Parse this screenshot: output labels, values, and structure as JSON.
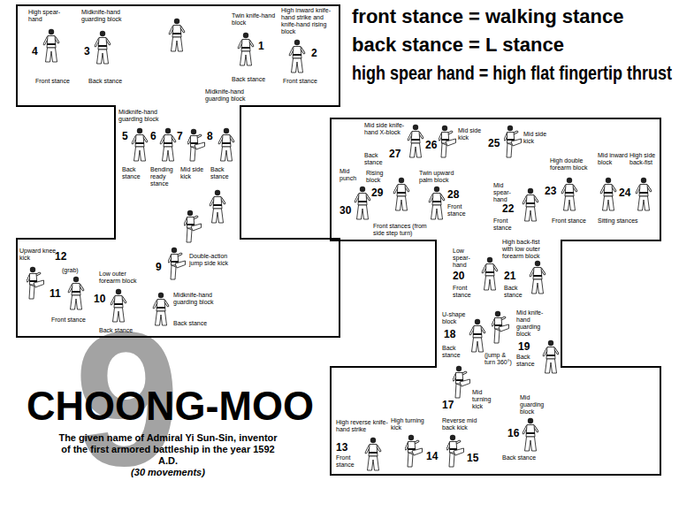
{
  "diagram": {
    "title": "CHOONG-MOO",
    "caption": "The given name of Admiral Yi Sun-Sin, inventor of the first armored battleship in the year 1592 A.D.",
    "nodes": [
      {
        "text": [
          "Twin knife-hand block",
          "1",
          "Back stance",
          "High inward knife-hand strike and knife-hand rising block",
          "2",
          "Front stance",
          "Midknife-hand guarding block",
          "3",
          "Back stance",
          "High spear-hand",
          "4",
          "Front stance",
          "Midknife-hand guarding block",
          "5",
          "Back stance",
          "6",
          "Bending ready stance",
          "7",
          "Mid side kick",
          "Midknife-hand guarding block",
          "8",
          "Back stance",
          "Double-action jump side kick",
          "9",
          "Midknife-hand guarding block",
          "Back stance",
          "Low outer forearm block",
          "10",
          "Back stance",
          "(grab)",
          "11",
          "Front stance",
          "Upward knee kick",
          "12"
        ]
      },
      {
        "text": [
          "Mid side knife-hand X-block",
          "27",
          "Back stance",
          "26",
          "Mid side kick",
          "25",
          "Mid side kick",
          "Mid punch",
          "30",
          "Rising block",
          "29",
          "Front stances (from side step turn)",
          "Twin upward palm block",
          "28",
          "Front stance",
          "Mid spear-hand",
          "22",
          "Front stance",
          "High double forearm block",
          "23",
          "Front stance",
          "Mid inward block",
          "24",
          "High side back-fist",
          "Sitting stances",
          "Low spear-hand",
          "20",
          "Front stance",
          "High back-fist with low outer forearm block",
          "21",
          "Back stance",
          "U-shape block",
          "18",
          "Back stance",
          "(jump & turn 360°)",
          "Mid knife-hand guarding block",
          "19",
          "Back stance",
          "17",
          "Mid turning kick",
          "Mid guarding block",
          "16",
          "Back stance",
          "High reverse knife-hand strike",
          "13",
          "Front stance",
          "High turning kick",
          "14",
          "Reverse mid back kick",
          "15"
        ]
      }
    ],
    "labels": [
      "front stance = walking stance",
      "back stance = L stance",
      "high spear hand = high flat fingertip thrust",
      "9",
      "(30 movements)"
    ]
  }
}
